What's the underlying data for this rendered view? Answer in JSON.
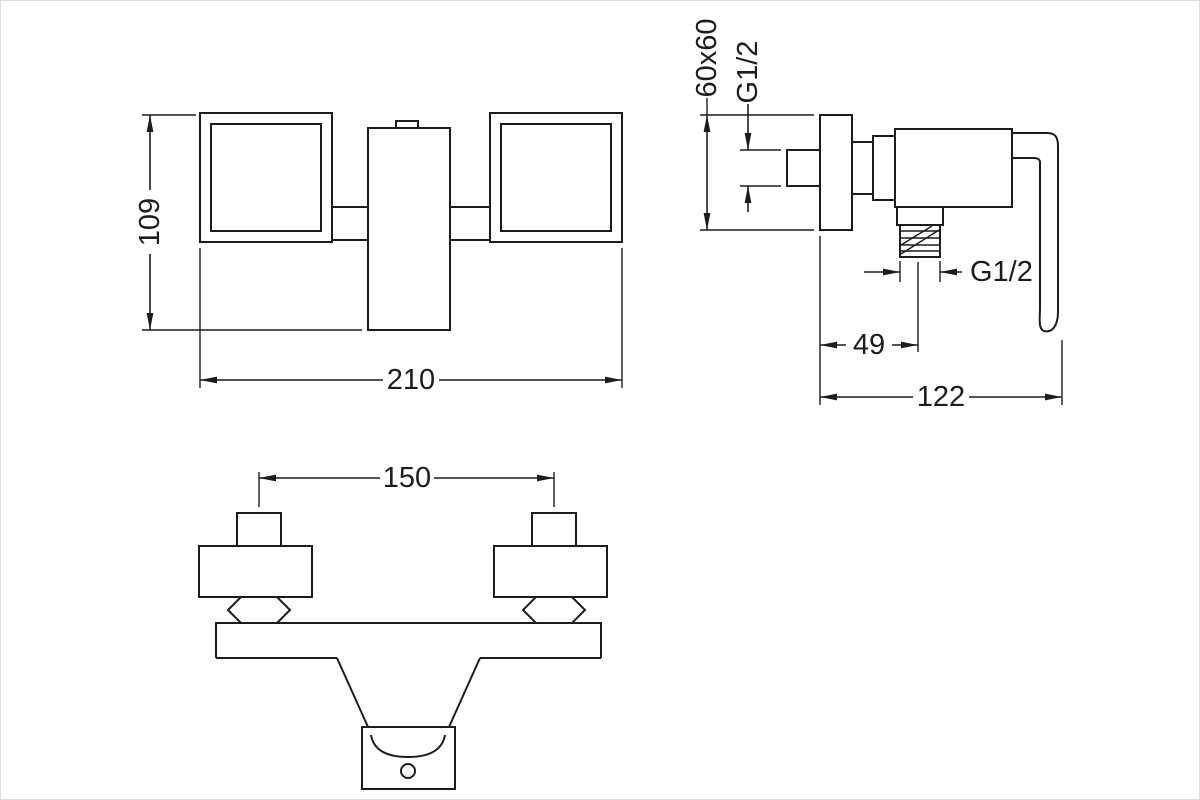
{
  "meta": {
    "background_color": "#ffffff",
    "line_color": "#1c1c1c",
    "drawing_type": "shower-mixer-installation-dimensions"
  },
  "views": {
    "front": {
      "dim_height": "109",
      "dim_width": "210"
    },
    "side": {
      "dim_section": "60x60",
      "dim_inlet_thread": "G1/2",
      "dim_outlet_thread": "G1/2",
      "dim_wall_to_outlet": "49",
      "dim_total_depth": "122"
    },
    "bottom": {
      "dim_centers": "150"
    }
  }
}
